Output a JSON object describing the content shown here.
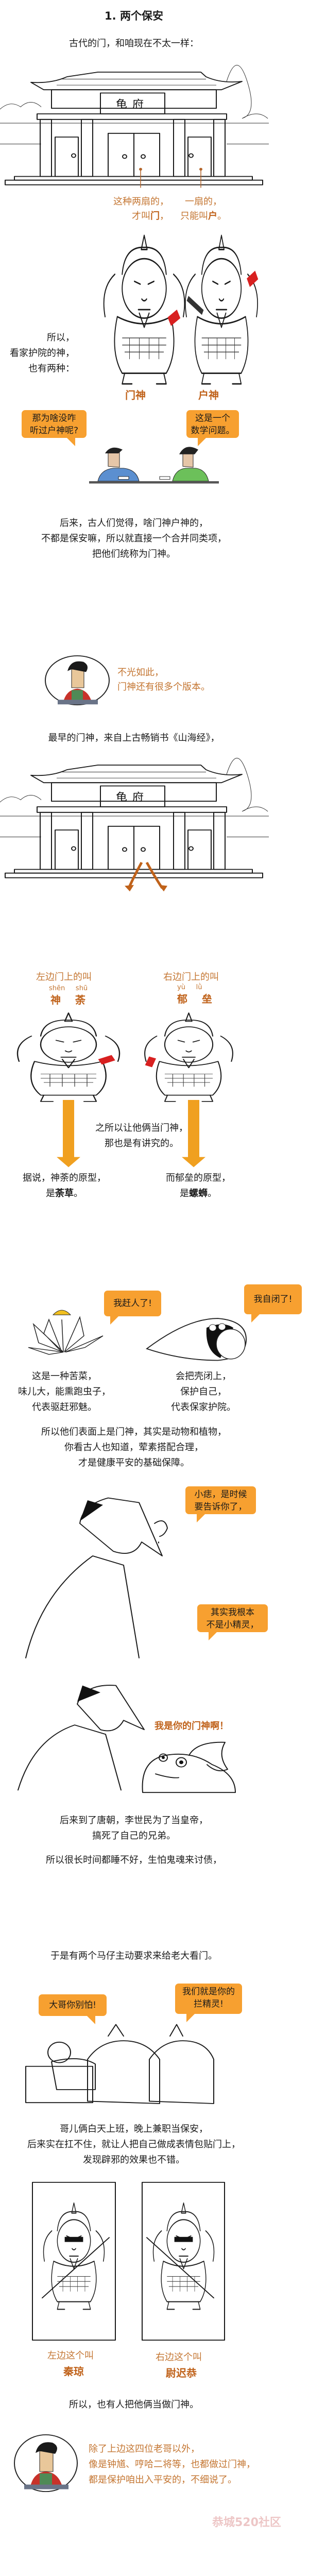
{
  "colors": {
    "bubble": "#f7a030",
    "accent_text": "#c47632",
    "accent_bold": "#c0621a",
    "arrow": "#f0a020",
    "armband": "#d82020"
  },
  "s1": {
    "title": "1. 两个保安",
    "intro": "古代的门，和咱现在不太一样：",
    "plaque": "龟府",
    "label_men": {
      "l1": "这种两扇的，",
      "pre": "才叫",
      "bold": "门",
      "post": "，"
    },
    "label_hu": {
      "l1": "一扇的，",
      "pre": "只能叫",
      "bold": "户",
      "post": "。"
    },
    "so_text": [
      "所以，",
      "看家护院的神，",
      "也有两种："
    ],
    "armband": "保安",
    "god_labels": [
      "门神",
      "户神"
    ],
    "bubble_left": [
      "那为啥没咋",
      "听过户神呢?"
    ],
    "bubble_right": [
      "这是一个",
      "数学问题。"
    ],
    "para": [
      "后来，古人们觉得，啥门神户神的，",
      "不都是保安嘛，所以就直接一个合并同类项，",
      "把他们统称为门神。"
    ],
    "narrator": [
      "不光如此，",
      "门神还有很多个版本。"
    ]
  },
  "s2": {
    "intro": "最早的门神，来自上古畅销书《山海经》，",
    "left": {
      "caption": "左边门上的叫",
      "pinyin": [
        "shēn",
        "shū"
      ],
      "name": [
        "神",
        "荼"
      ]
    },
    "right": {
      "caption": "右边门上的叫",
      "pinyin": [
        "yù",
        "lǜ"
      ],
      "name": [
        "郁",
        "垒"
      ]
    },
    "middle": [
      "之所以让他俩当门神，",
      "那也是有讲究的。"
    ],
    "left_origin": {
      "l1": "据说，神荼的原型，",
      "pre": "是",
      "bold": "荼草",
      "post": "。"
    },
    "right_origin": {
      "l1": "而郁垒的原型，",
      "pre": "是",
      "bold": "螺蛳",
      "post": "。"
    },
    "bubble_plant": "我赶人了!",
    "bubble_snail": "我自闭了!",
    "plant_text": [
      "这是一种苦菜，",
      "味儿大，能熏跑虫子，",
      "代表驱赶邪魅。"
    ],
    "snail_text": [
      "会把壳闭上，",
      "保护自己，",
      "代表保家护院。"
    ],
    "para": [
      "所以他们表面上是门神，其实是动物和植物，",
      "你看古人也知道，荤素搭配合理，",
      "才是健康平安的基础保障。"
    ],
    "bubble1": [
      "小痣，是时候",
      "要告诉你了，"
    ],
    "bubble2": [
      "其实我根本",
      "不是小精灵，"
    ],
    "toad_line": "我是你的门神啊！"
  },
  "s3": {
    "para1": [
      "后来到了唐朝，李世民为了当皇帝，",
      "搞死了自己的兄弟。"
    ],
    "para2": [
      "所以很长时间都睡不好，生怕鬼魂来讨债，",
      "于是有两个马仔主动要求来给老大看门。"
    ],
    "bubble_left": "大哥你别怕!",
    "bubble_right": [
      "我们就是你的",
      "拦精灵!"
    ],
    "para3": [
      "哥儿俩白天上班，晚上兼职当保安，",
      "后来实在扛不住，就让人把自己做成表情包贴门上，",
      "发现辟邪的效果也不错。"
    ],
    "left": {
      "caption": "左边这个叫",
      "name": "秦琼"
    },
    "right": {
      "caption": "右边这个叫",
      "name": "尉迟恭"
    },
    "conclusion": "所以，也有人把他俩当做门神。",
    "narrator": [
      "除了上边这四位老哥以外，",
      "像是钟馗、哼哈二将等，也都做过门神，",
      "都是保护咱出入平安的，不细说了。"
    ]
  },
  "watermark": "恭城520社区"
}
